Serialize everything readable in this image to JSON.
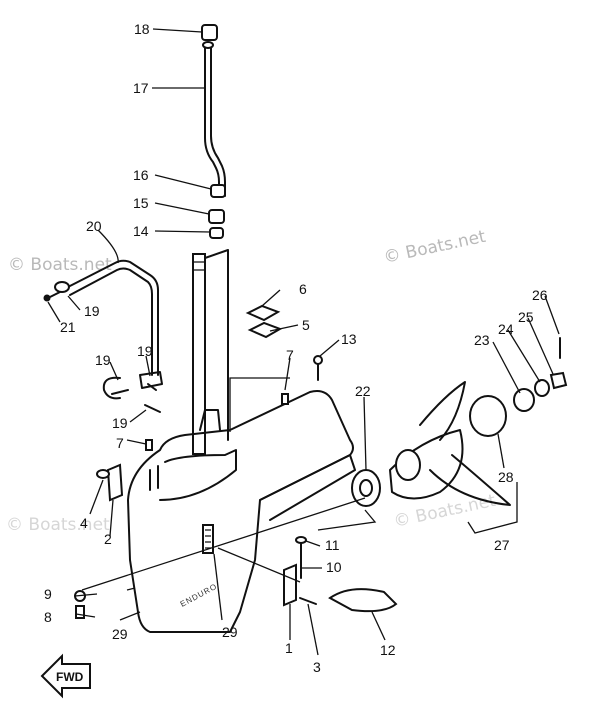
{
  "watermark": "© Boats.net",
  "fwd_label": "FWD",
  "housing_text": "ENDURO",
  "part_numbers": {
    "p1": "1",
    "p2": "2",
    "p3": "3",
    "p4": "4",
    "p5": "5",
    "p6": "6",
    "p7a": "7",
    "p7b": "7",
    "p8": "8",
    "p9": "9",
    "p10": "10",
    "p11": "11",
    "p12": "12",
    "p13": "13",
    "p14": "14",
    "p15": "15",
    "p16": "16",
    "p17": "17",
    "p18": "18",
    "p19a": "19",
    "p19b": "19",
    "p19c": "19",
    "p19d": "19",
    "p20": "20",
    "p21": "21",
    "p22": "22",
    "p23": "23",
    "p24": "24",
    "p25": "25",
    "p26": "26",
    "p27": "27",
    "p28": "28",
    "p29a": "29",
    "p29b": "29"
  }
}
